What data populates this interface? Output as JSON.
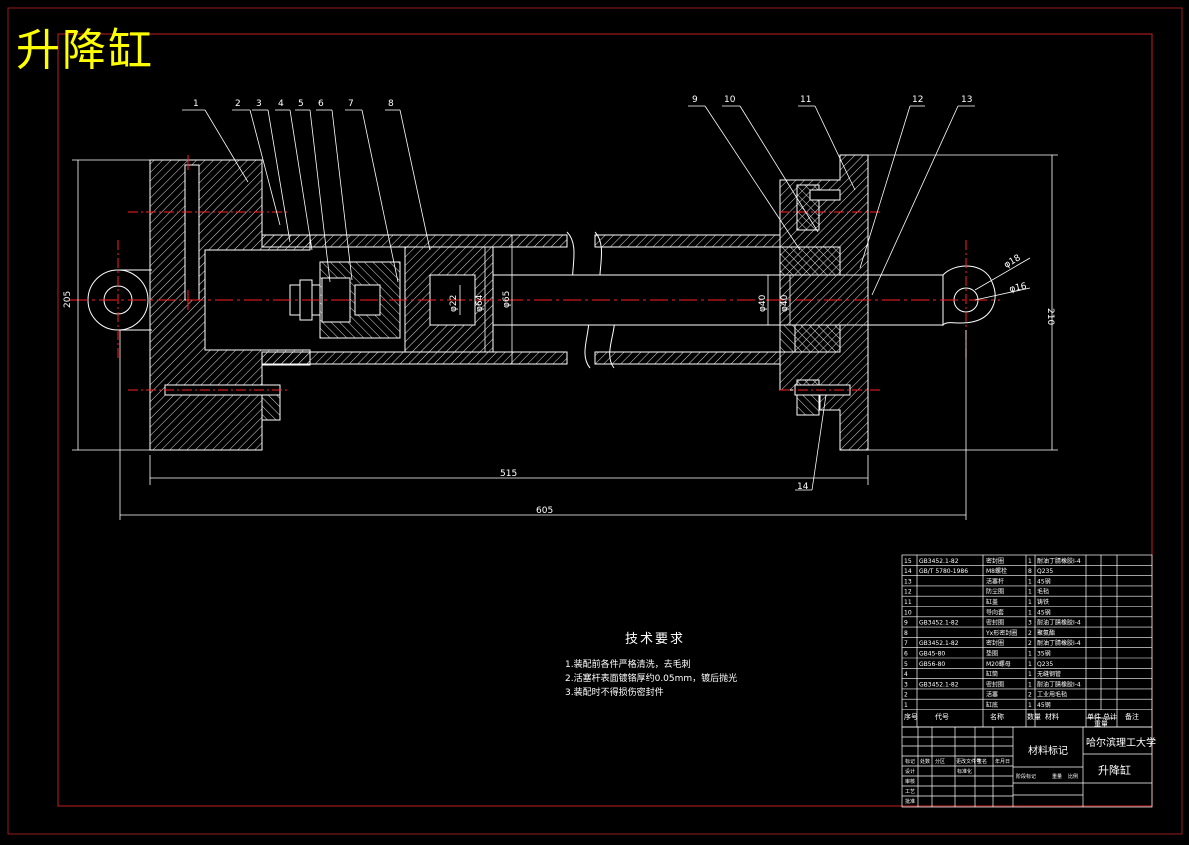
{
  "drawing": {
    "title": "升降缸",
    "callouts": [
      "1",
      "2",
      "3",
      "4",
      "5",
      "6",
      "7",
      "8",
      "9",
      "10",
      "11",
      "12",
      "13",
      "14"
    ],
    "dimensions": {
      "height_left": "205",
      "height_right": "210",
      "length_body": "515",
      "length_total": "605",
      "rod_small": "φ22",
      "bore_1": "φ64",
      "bore_2": "φ65",
      "rod_1": "φ40",
      "rod_2": "φ40",
      "eye_outer": "φ18",
      "eye_inner": "φ16"
    }
  },
  "tech_requirements": {
    "heading": "技术要求",
    "items": [
      "1.装配前各件严格清洗，去毛刺",
      "2.活塞杆表面镀铬厚约0.05mm，镀后抛光",
      "3.装配时不得损伤密封件"
    ]
  },
  "bom": {
    "rows": [
      {
        "no": "15",
        "code": "GB3452.1-82",
        "name": "密封圈",
        "qty": "1",
        "material": "耐油丁腈橡胶I-4",
        "note": ""
      },
      {
        "no": "14",
        "code": "GB/T 5780-1986",
        "name": "M8螺栓",
        "qty": "8",
        "material": "Q235",
        "note": ""
      },
      {
        "no": "13",
        "code": "",
        "name": "活塞杆",
        "qty": "1",
        "material": "45钢",
        "note": ""
      },
      {
        "no": "12",
        "code": "",
        "name": "防尘圈",
        "qty": "1",
        "material": "毛毡",
        "note": ""
      },
      {
        "no": "11",
        "code": "",
        "name": "缸盖",
        "qty": "1",
        "material": "铸铁",
        "note": ""
      },
      {
        "no": "10",
        "code": "",
        "name": "导向套",
        "qty": "1",
        "material": "45钢",
        "note": ""
      },
      {
        "no": "9",
        "code": "GB3452.1-82",
        "name": "密封圈",
        "qty": "3",
        "material": "耐油丁腈橡胶I-4",
        "note": ""
      },
      {
        "no": "8",
        "code": "",
        "name": "Yx形密封圈",
        "qty": "2",
        "material": "聚氨酯",
        "note": ""
      },
      {
        "no": "7",
        "code": "GB3452.1-82",
        "name": "密封圈",
        "qty": "2",
        "material": "耐油丁腈橡胶I-4",
        "note": ""
      },
      {
        "no": "6",
        "code": "GB45-80",
        "name": "垫圈",
        "qty": "1",
        "material": "35钢",
        "note": ""
      },
      {
        "no": "5",
        "code": "GB56-80",
        "name": "M20螺母",
        "qty": "1",
        "material": "Q235",
        "note": ""
      },
      {
        "no": "4",
        "code": "",
        "name": "缸筒",
        "qty": "1",
        "material": "无缝钢管",
        "note": ""
      },
      {
        "no": "3",
        "code": "GB3452.1-82",
        "name": "密封圈",
        "qty": "1",
        "material": "耐油丁腈橡胶I-4",
        "note": ""
      },
      {
        "no": "2",
        "code": "",
        "name": "活塞",
        "qty": "2",
        "material": "工业用毛毡",
        "note": ""
      },
      {
        "no": "1",
        "code": "",
        "name": "缸底",
        "qty": "1",
        "material": "45钢",
        "note": ""
      }
    ],
    "header": {
      "no": "序号",
      "code": "代号",
      "name": "名称",
      "qty": "数量",
      "material": "材料",
      "unit_weight": "单件",
      "total_weight": "总计",
      "weight": "重量",
      "note": "备注"
    }
  },
  "title_block": {
    "material_mark": "材料标记",
    "school": "哈尔滨理工大学",
    "drawing_name": "升降缸",
    "labels": [
      "标记",
      "处数",
      "分区",
      "更改文件号",
      "签名",
      "年月日",
      "设计",
      "标准化",
      "审核",
      "工艺",
      "批准",
      "阶段标记",
      "重量",
      "比例"
    ]
  },
  "colors": {
    "background": "#000000",
    "outline": "#ffffff",
    "center_line": "#ff0000",
    "title": "#ffff00",
    "border": "#ff0000",
    "hatch": "#ffffff"
  }
}
